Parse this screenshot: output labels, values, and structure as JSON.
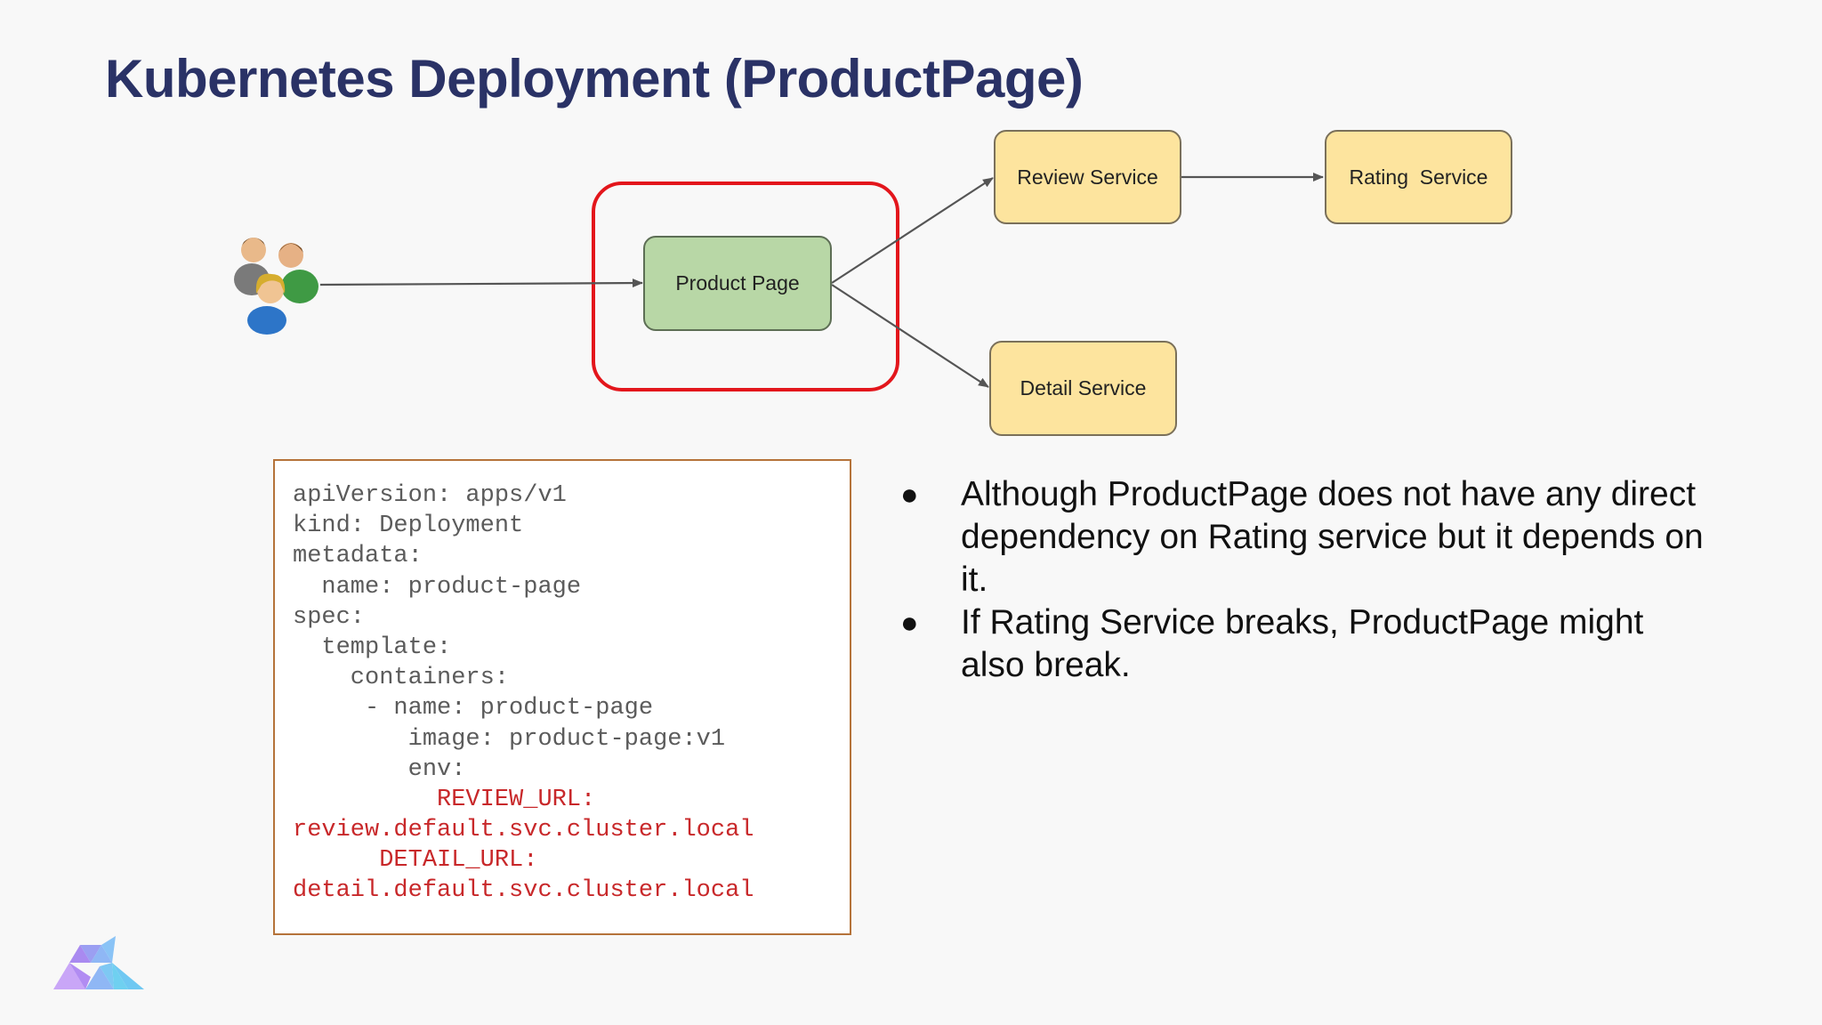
{
  "title": "Kubernetes Deployment (ProductPage)",
  "diagram": {
    "nodes": {
      "product_page": "Product Page",
      "review_service": "Review Service",
      "rating_service": "Rating  Service",
      "detail_service": "Detail Service"
    },
    "icon": "users-group-icon",
    "colors": {
      "highlight": "#e3161c",
      "product_fill": "#b8d7a6",
      "service_fill": "#fde49e",
      "arrow": "#555555"
    }
  },
  "code": {
    "lines": [
      {
        "text": "apiVersion: apps/v1",
        "color": "#5b5b5b"
      },
      {
        "text": "kind: Deployment",
        "color": "#5b5b5b"
      },
      {
        "text": "metadata:",
        "color": "#5b5b5b"
      },
      {
        "text": "  name: product-page",
        "color": "#5b5b5b"
      },
      {
        "text": "spec:",
        "color": "#5b5b5b"
      },
      {
        "text": "  template:",
        "color": "#5b5b5b"
      },
      {
        "text": "    containers:",
        "color": "#5b5b5b"
      },
      {
        "text": "     - name: product-page",
        "color": "#5b5b5b"
      },
      {
        "text": "        image: product-page:v1",
        "color": "#5b5b5b"
      },
      {
        "text": "        env:",
        "color": "#5b5b5b"
      },
      {
        "text": "          REVIEW_URL:",
        "color": "#c8282a"
      },
      {
        "text": "review.default.svc.cluster.local",
        "color": "#c8282a"
      },
      {
        "text": "      DETAIL_URL:",
        "color": "#c8282a"
      },
      {
        "text": "detail.default.svc.cluster.local",
        "color": "#c8282a"
      }
    ]
  },
  "bullets": [
    "Although ProductPage does not have any direct dependency on Rating service but it depends on it.",
    "If Rating Service breaks, ProductPage might also break."
  ],
  "logo": {
    "icon": "company-logo-icon",
    "colors": [
      "#b18cf2",
      "#8fb7f5",
      "#6fd0f0"
    ]
  }
}
